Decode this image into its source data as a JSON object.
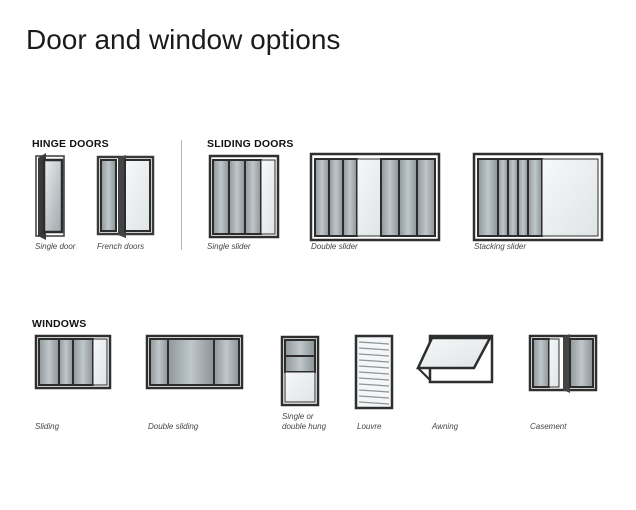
{
  "title": "Door and window options",
  "sections": {
    "hinge": {
      "heading": "HINGE DOORS",
      "items": [
        {
          "label": "Single door",
          "icon": "single-door-icon"
        },
        {
          "label": "French doors",
          "icon": "french-doors-icon"
        }
      ]
    },
    "sliding": {
      "heading": "SLIDING DOORS",
      "items": [
        {
          "label": "Single slider",
          "icon": "single-slider-icon"
        },
        {
          "label": "Double slider",
          "icon": "double-slider-icon"
        },
        {
          "label": "Stacking slider",
          "icon": "stacking-slider-icon"
        }
      ]
    },
    "windows": {
      "heading": "WINDOWS",
      "items": [
        {
          "label": "Sliding",
          "icon": "sliding-window-icon"
        },
        {
          "label": "Double sliding",
          "icon": "double-sliding-window-icon"
        },
        {
          "label": "Single or\ndouble hung",
          "icon": "hung-window-icon"
        },
        {
          "label": "Louvre",
          "icon": "louvre-window-icon"
        },
        {
          "label": "Awning",
          "icon": "awning-window-icon"
        },
        {
          "label": "Casement",
          "icon": "casement-window-icon"
        }
      ]
    }
  },
  "colors": {
    "frame": "#3a3a3a",
    "glass": "#c9cfd2",
    "glass_light": "#eef1f2"
  }
}
